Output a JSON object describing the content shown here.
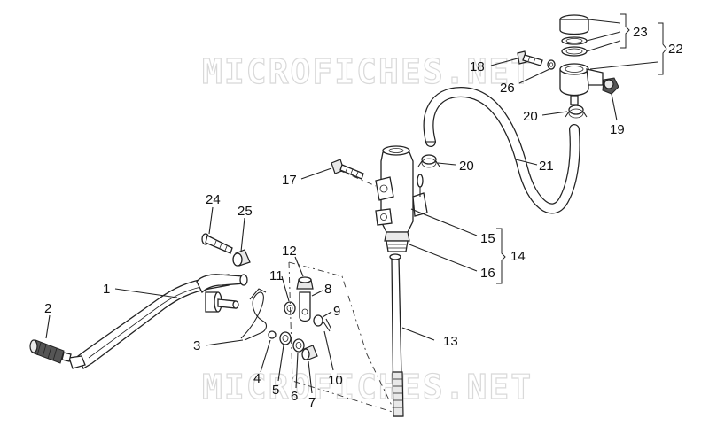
{
  "watermark": {
    "top": "MICROFICHES.NET",
    "bottom": "MICROFICHES.NET"
  },
  "callouts": [
    {
      "id": "1",
      "label": "1"
    },
    {
      "id": "2",
      "label": "2"
    },
    {
      "id": "3",
      "label": "3"
    },
    {
      "id": "4",
      "label": "4"
    },
    {
      "id": "5",
      "label": "5"
    },
    {
      "id": "6",
      "label": "6"
    },
    {
      "id": "7",
      "label": "7"
    },
    {
      "id": "8",
      "label": "8"
    },
    {
      "id": "9",
      "label": "9"
    },
    {
      "id": "10",
      "label": "10"
    },
    {
      "id": "11",
      "label": "11"
    },
    {
      "id": "12",
      "label": "12"
    },
    {
      "id": "13",
      "label": "13"
    },
    {
      "id": "14",
      "label": "14"
    },
    {
      "id": "15",
      "label": "15"
    },
    {
      "id": "16",
      "label": "16"
    },
    {
      "id": "17",
      "label": "17"
    },
    {
      "id": "18",
      "label": "18"
    },
    {
      "id": "19",
      "label": "19"
    },
    {
      "id": "20a",
      "label": "20"
    },
    {
      "id": "20b",
      "label": "20"
    },
    {
      "id": "21",
      "label": "21"
    },
    {
      "id": "22",
      "label": "22"
    },
    {
      "id": "23",
      "label": "23"
    },
    {
      "id": "24",
      "label": "24"
    },
    {
      "id": "25",
      "label": "25"
    },
    {
      "id": "26",
      "label": "26"
    }
  ]
}
